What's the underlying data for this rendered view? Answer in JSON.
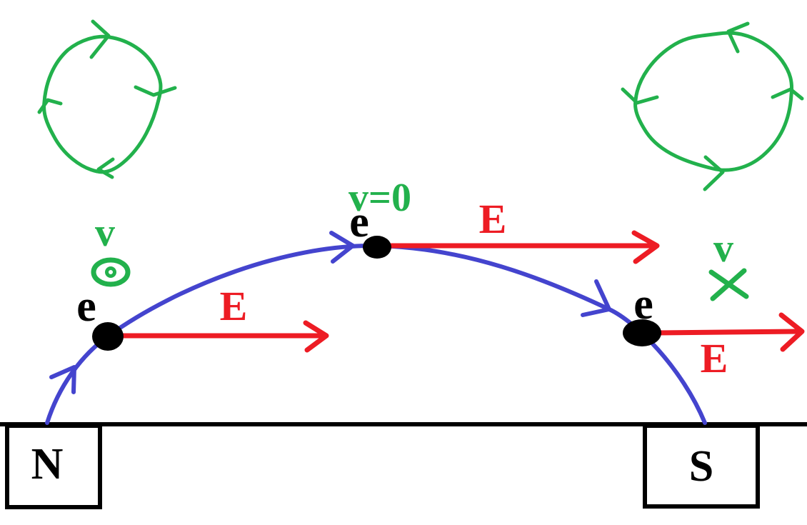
{
  "diagram": {
    "poles": {
      "north": "N",
      "south": "S"
    },
    "electrons": {
      "left": "e",
      "top": "e",
      "right": "e"
    },
    "field_arrows": {
      "left": "E",
      "top": "E",
      "right": "E"
    },
    "velocities": {
      "left": "v",
      "top": "v=0",
      "right": "v"
    },
    "icons": {
      "velocity_out_of_page": "⊙",
      "velocity_into_page": "✕",
      "left_field_loop": "clockwise-loop-arrows",
      "right_field_loop": "counterclockwise-loop-arrows"
    },
    "colors": {
      "electric_field_red": "#ED1C24",
      "velocity_green": "#22B14C",
      "trajectory_blue": "#4444CE",
      "ink_black": "#000000"
    }
  }
}
